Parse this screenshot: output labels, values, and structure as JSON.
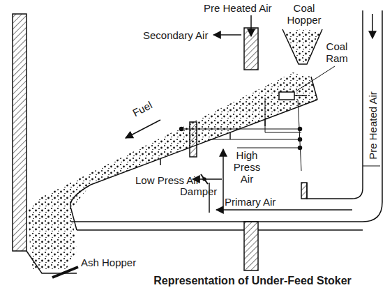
{
  "diagram": {
    "caption": "Representation of Under-Feed Stoker",
    "labels": [
      "Pre Heated Air",
      "Coal Hopper",
      "Secondary Air",
      "Coal Ram",
      "Fuel",
      "Pre Heated Air",
      "High Press Air",
      "Low Press Air",
      "Damper",
      "Primary Air",
      "Ash Hopper"
    ]
  }
}
